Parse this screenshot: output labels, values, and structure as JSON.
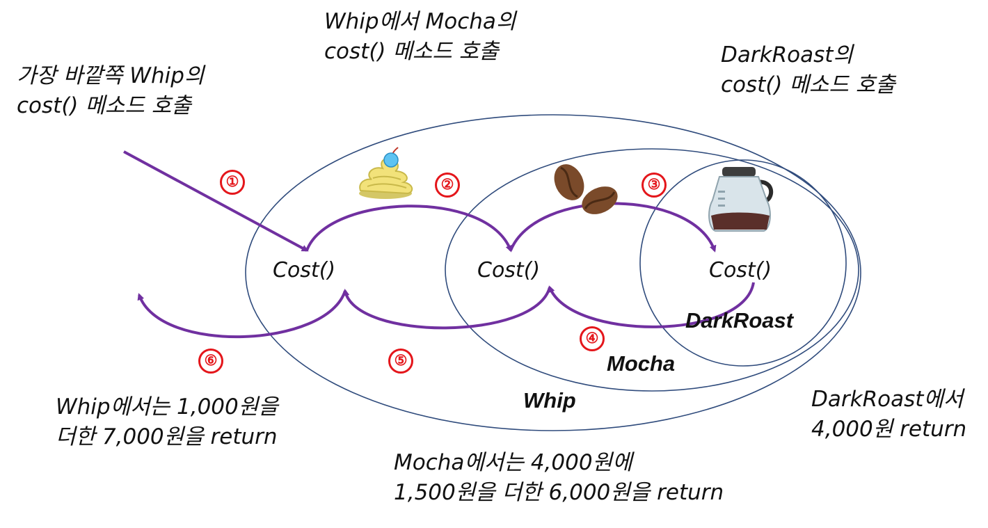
{
  "notes": {
    "outer_call": [
      "가장 바깥쪽 Whip의",
      "cost() 메소드 호출"
    ],
    "whip_calls_mocha": [
      "Whip에서 Mocha의",
      "cost() 메소드 호출"
    ],
    "mocha_calls_darkroast": [
      "DarkRoast의",
      "cost() 메소드 호출"
    ],
    "darkroast_returns": [
      "DarkRoast에서",
      "4,000원 return"
    ],
    "mocha_returns": [
      "Mocha에서는 4,000원에",
      "1,500원을 더한 6,000원을 return"
    ],
    "whip_returns": [
      "Whip에서는 1,000원을",
      "더한 7,000원을 return"
    ]
  },
  "method_labels": {
    "whip": "Cost()",
    "mocha": "Cost()",
    "darkroast": "Cost()"
  },
  "layer_labels": {
    "whip": "Whip",
    "mocha": "Mocha",
    "darkroast": "DarkRoast"
  },
  "steps": [
    "①",
    "②",
    "③",
    "④",
    "⑤",
    "⑥"
  ],
  "icons": [
    "whipped-cream-icon",
    "coffee-beans-icon",
    "coffee-pot-icon"
  ],
  "colors": {
    "arrow": "#7030a0",
    "ellipse_stroke": "#2f4b7c",
    "step_number": "#e4161b"
  }
}
